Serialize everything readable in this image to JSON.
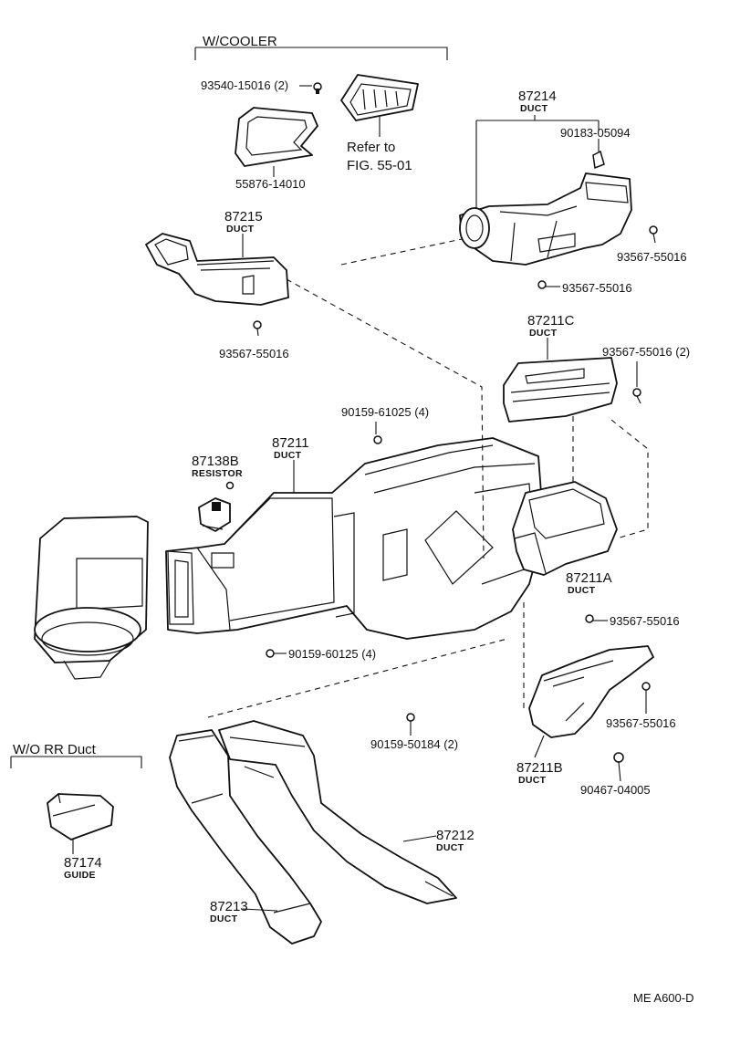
{
  "groups": {
    "with_cooler": "W/COOLER",
    "without_rr_duct": "W/O  RR  Duct"
  },
  "labels": {
    "p93540_15016": "93540-15016 (2)",
    "p55876_14010": "55876-14010",
    "refer_line1": "Refer to",
    "refer_line2": "FIG. 55-01",
    "p87214": "87214",
    "p87214_desc": "DUCT",
    "p90183_05094": "90183-05094",
    "p93567_55016_a": "93567-55016",
    "p93567_55016_b": "93567-55016",
    "p87215": "87215",
    "p87215_desc": "DUCT",
    "p93567_55016_c": "93567-55016",
    "p87211c": "87211C",
    "p87211c_desc": "DUCT",
    "p93567_55016_2": "93567-55016 (2)",
    "p90159_61025": "90159-61025 (4)",
    "p87211": "87211",
    "p87211_desc": "DUCT",
    "p87138b": "87138B",
    "p87138b_desc": "RESISTOR",
    "p87211a": "87211A",
    "p87211a_desc": "DUCT",
    "p93567_55016_d": "93567-55016",
    "p90159_60125": "90159-60125 (4)",
    "p90159_50184": "90159-50184 (2)",
    "p93567_55016_e": "93567-55016",
    "p87211b": "87211B",
    "p87211b_desc": "DUCT",
    "p90467_04005": "90467-04005",
    "p87212": "87212",
    "p87212_desc": "DUCT",
    "p87174": "87174",
    "p87174_desc": "GUIDE",
    "p87213": "87213",
    "p87213_desc": "DUCT"
  },
  "footer": {
    "code": "ME  A600-D"
  }
}
